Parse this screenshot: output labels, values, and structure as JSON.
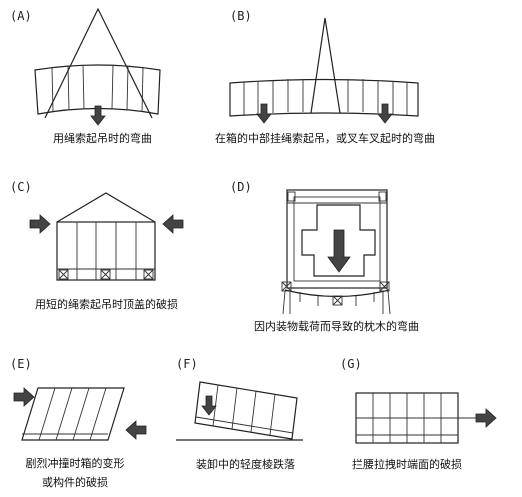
{
  "panels": {
    "a": {
      "label": "(A)",
      "caption": "用绳索起吊时的弯曲"
    },
    "b": {
      "label": "(B)",
      "caption": "在箱的中部挂绳索起吊，或叉车叉起时的弯曲"
    },
    "c": {
      "label": "(C)",
      "caption": "用短的绳索起吊时顶盖的破损"
    },
    "d": {
      "label": "(D)",
      "caption": "因内装物载荷而导致的枕木的弯曲"
    },
    "e": {
      "label": "(E)",
      "caption_line1": "剧烈冲撞时箱的变形",
      "caption_line2": "或构件的破损"
    },
    "f": {
      "label": "(F)",
      "caption": "装卸中的轻度棱跌落"
    },
    "g": {
      "label": "(G)",
      "caption": "拦腰拉拽时端面的破损"
    }
  },
  "icons": {
    "arrow": "block-arrow-icon",
    "skid": "skid-cross-icon"
  },
  "colors": {
    "line": "#222222",
    "arrow_fill": "#444444",
    "background": "#ffffff"
  }
}
